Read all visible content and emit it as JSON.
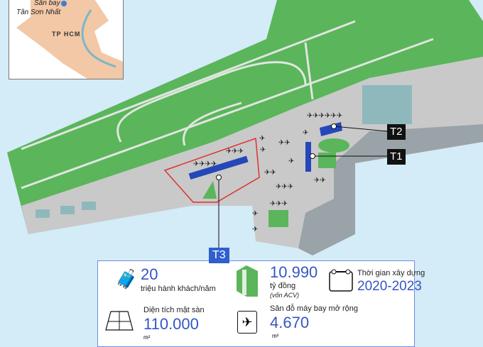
{
  "inset": {
    "airport_label_line1": "Sân bay",
    "airport_label_line2": "Tân Sơn Nhất",
    "city_label": "TP HCM"
  },
  "terminals": {
    "t1": "T1",
    "t2": "T2",
    "t3": "T3"
  },
  "stats": {
    "passengers": {
      "value": "20",
      "unit": "triệu hành khách/năm"
    },
    "investment": {
      "value": "10.990",
      "unit": "tỷ đồng",
      "note": "(vốn ACV)"
    },
    "construction": {
      "label": "Thời gian xây dựng",
      "value": "2020-2023"
    },
    "floor_area": {
      "label": "Diện tích mặt sàn",
      "value": "110.000",
      "unit": "m²"
    },
    "apron": {
      "label": "Sân đỗ máy bay mở rộng",
      "value": "4.670",
      "unit": "m²"
    }
  },
  "colors": {
    "water": "#d4ebf8",
    "land": "#5bb55b",
    "apron": "#c9c9c9",
    "accent": "#3556c4",
    "terminal": "#2548b8",
    "t3_outline": "#e03030"
  }
}
